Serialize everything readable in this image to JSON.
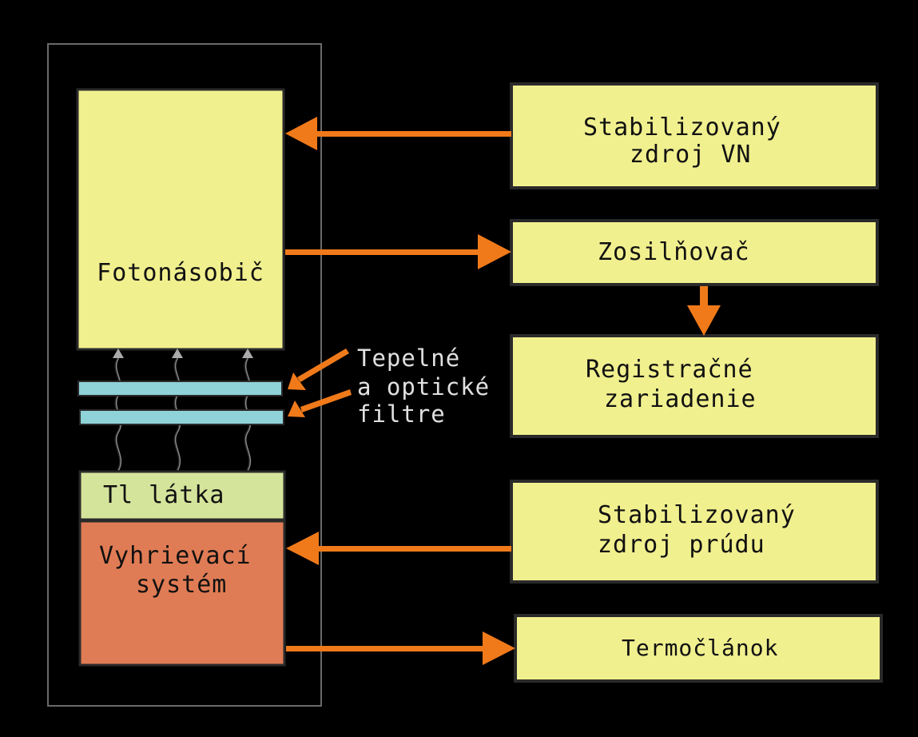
{
  "colors": {
    "background": "#000000",
    "box_fill": "#f1f08f",
    "box_border": "#2a2a2a",
    "tl_fill": "#d5e49b",
    "heater_fill": "#e07c55",
    "filter_fill": "#8fd2d8",
    "arrow": "#f07a1a",
    "housing_border": "#6a6a6a",
    "filter_label": "#e0e0e0"
  },
  "labels": {
    "photomultiplier": "Fotonásobič",
    "tl_substance": "Tl látka",
    "heater_line1": "Vyhrievací",
    "heater_line2": "systém",
    "filters_line1": "Tepelné",
    "filters_line2": "a optické",
    "filters_line3": "filtre",
    "hv_source_line1": "Stabilizovaný",
    "hv_source_line2": "zdroj VN",
    "amplifier": "Zosilňovač",
    "recorder_line1": "Registračné",
    "recorder_line2": "zariadenie",
    "current_source_line1": "Stabilizovaný",
    "current_source_line2": "zdroj prúdu",
    "thermocouple": "Termočlánok"
  }
}
